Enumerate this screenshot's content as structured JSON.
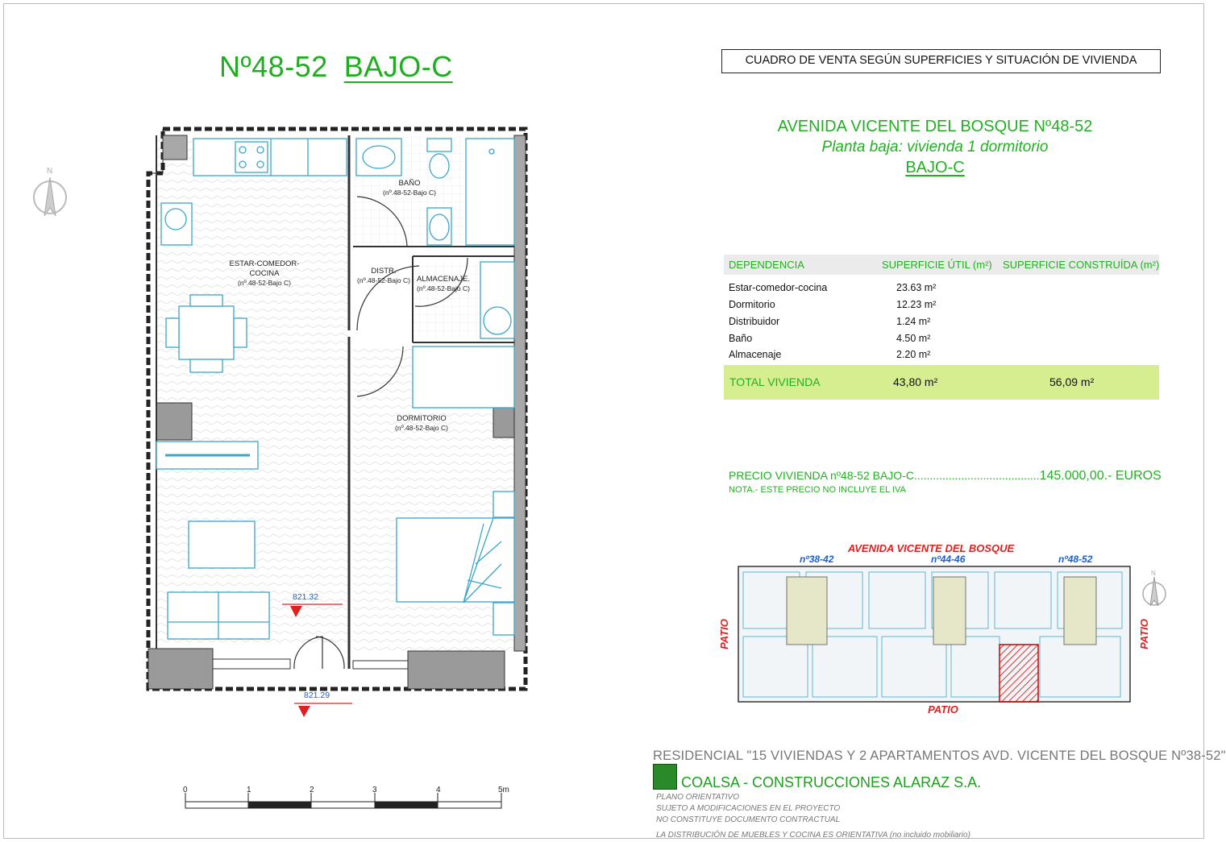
{
  "title": {
    "number": "Nº48-52",
    "unit": "BAJO-C"
  },
  "boxed_header": "CUADRO DE VENTA SEGÚN SUPERFICIES Y SITUACIÓN DE VIVIENDA",
  "address": {
    "line1": "AVENIDA VICENTE DEL BOSQUE Nº48-52",
    "line2": "Planta baja: vivienda 1 dormitorio",
    "line3": "BAJO-C"
  },
  "table": {
    "headers": [
      "DEPENDENCIA",
      "SUPERFICIE ÚTIL (m²)",
      "SUPERFICIE CONSTRUÍDA (m²)"
    ],
    "rows": [
      {
        "name": "Estar-comedor-cocina",
        "util": "23.63 m²"
      },
      {
        "name": "Dormitorio",
        "util": "12.23 m²"
      },
      {
        "name": "Distribuidor",
        "util": "1.24 m²"
      },
      {
        "name": "Baño",
        "util": "4.50 m²"
      },
      {
        "name": "Almacenaje",
        "util": "2.20 m²"
      }
    ],
    "total": {
      "label": "TOTAL VIVIENDA",
      "util": "43,80 m²",
      "construida": "56,09 m²"
    }
  },
  "price": {
    "label": "PRECIO VIVIENDA nº48-52  BAJO-C",
    "dots": "........................................",
    "amount": "145.000,00.- EUROS",
    "note": "NOTA.- ESTE PRECIO NO INCLUYE EL IVA"
  },
  "plan": {
    "rooms": {
      "estar": [
        "ESTAR-COMEDOR-",
        "COCINA",
        "(nº.48-52-Bajo C)"
      ],
      "bano": [
        "BAÑO",
        "(nº.48-52-Bajo C)"
      ],
      "distr": [
        "DISTR.",
        "(nº.48-52-Bajo C)"
      ],
      "almacen": [
        "ALMACENAJE.",
        "(nº.48-52-Bajo C)"
      ],
      "dormitorio": [
        "DORMITORIO",
        "(nº.48-52-Bajo C)"
      ]
    },
    "levels": [
      "821.32",
      "821.29"
    ],
    "north": "N",
    "scale_labels": [
      "0",
      "1",
      "2",
      "3",
      "4",
      "5m"
    ]
  },
  "site": {
    "street": "AVENIDA VICENTE DEL BOSQUE",
    "numbers": [
      "nº38-42",
      "nº44-46",
      "nº48-52"
    ],
    "patio_left": "PATIO",
    "patio_right": "PATIO",
    "patio_bottom": "PATIO"
  },
  "footer": {
    "residencial": "RESIDENCIAL \"15 VIVIENDAS Y 2 APARTAMENTOS AVD. VICENTE DEL BOSQUE Nº38-52\"",
    "company": "COALSA - CONSTRUCCIONES ALARAZ S.A.",
    "notes": [
      "PLANO ORIENTATIVO",
      "SUJETO A MODIFICACIONES EN EL PROYECTO",
      "NO CONSTITUYE DOCUMENTO CONTRACTUAL",
      "LA DISTRIBUCIÓN DE MUEBLES Y COCINA ES ORIENTATIVA (no incluido mobiliario)"
    ]
  },
  "colors": {
    "green": "#22b022",
    "total_bg": "#d6ee8f",
    "red": "#e02020",
    "blue": "#1a5fd0",
    "fixture": "#3aa7c9"
  }
}
